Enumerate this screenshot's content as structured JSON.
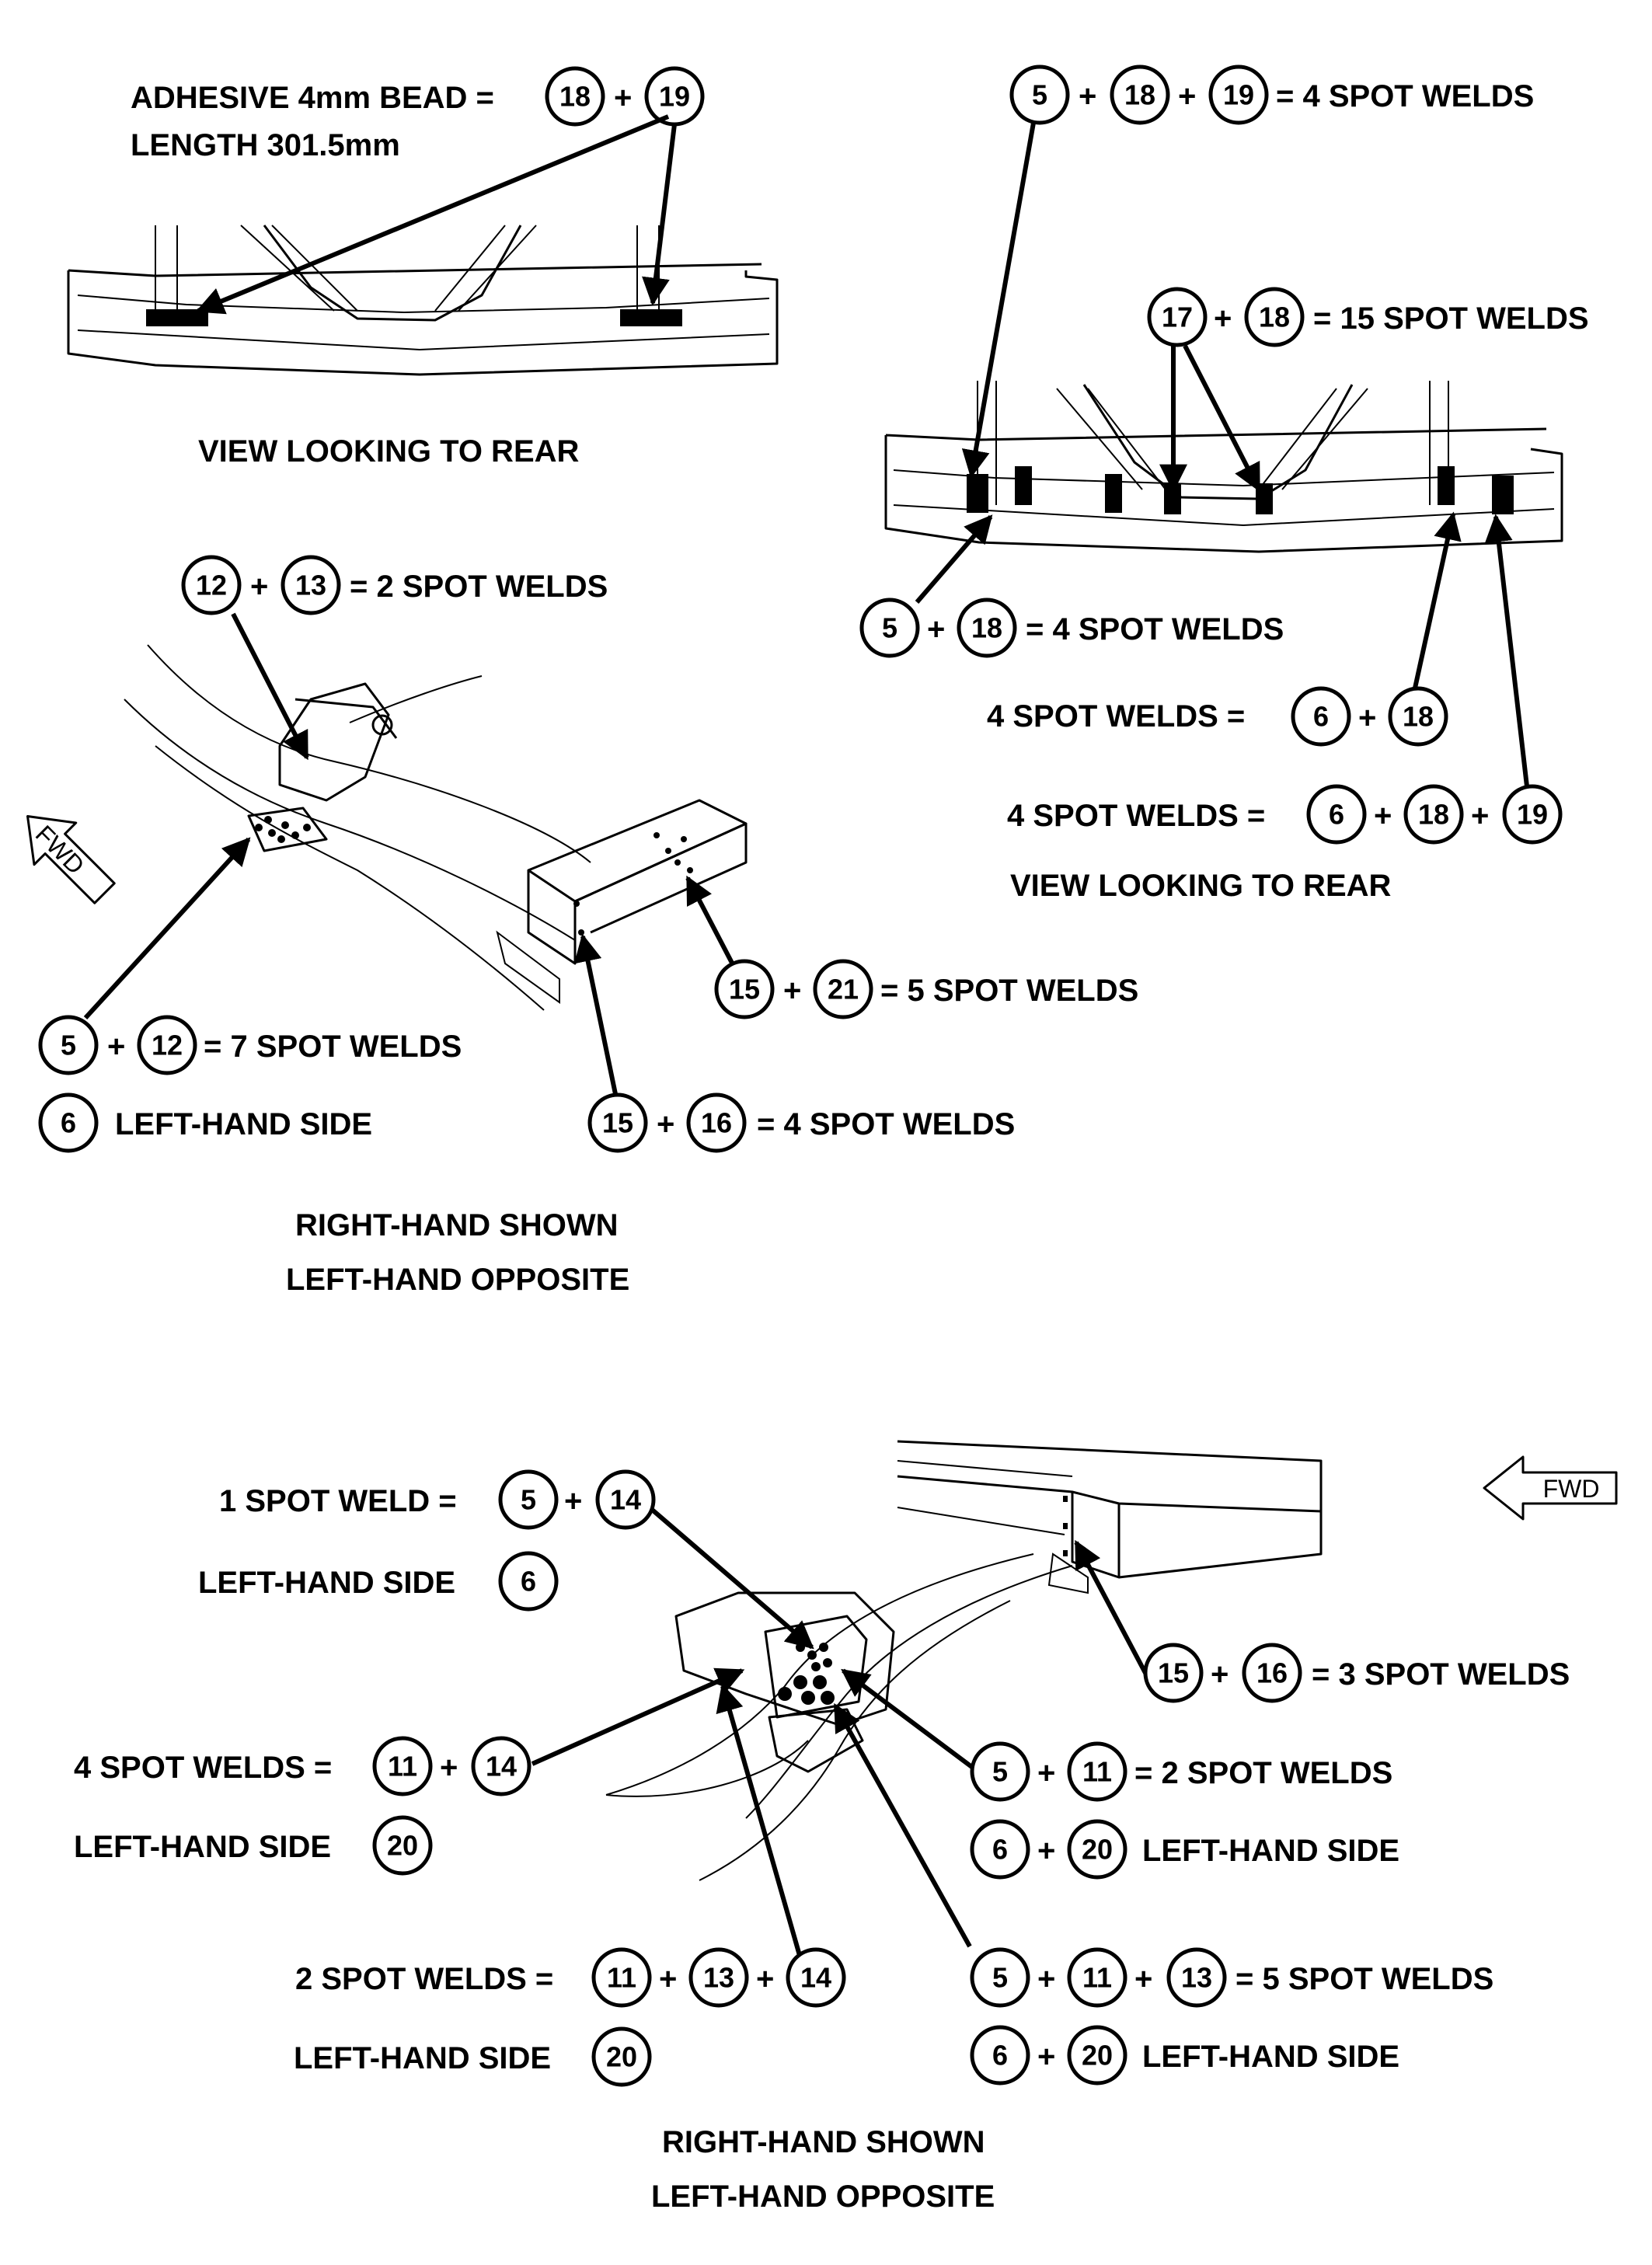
{
  "part_numbers": [
    "5",
    "6",
    "11",
    "12",
    "13",
    "14",
    "15",
    "16",
    "17",
    "18",
    "19",
    "20",
    "21"
  ],
  "fwd_label": "FWD",
  "plus": "+",
  "eq": "=",
  "top_left": {
    "line1": "ADHESIVE 4mm BEAD =",
    "line2": "LENGTH 301.5mm",
    "refs": [
      "18",
      "19"
    ],
    "view": "VIEW LOOKING TO REAR"
  },
  "top_right": {
    "c1": {
      "refs": [
        "5",
        "18",
        "19"
      ],
      "text": "= 4 SPOT WELDS"
    },
    "c2": {
      "refs": [
        "17",
        "18"
      ],
      "text": "= 15 SPOT WELDS"
    },
    "c3": {
      "refs": [
        "5",
        "18"
      ],
      "text": "= 4 SPOT WELDS"
    },
    "c4": {
      "text": "4 SPOT WELDS =",
      "refs": [
        "6",
        "18"
      ]
    },
    "c5": {
      "text": "4 SPOT WELDS =",
      "refs": [
        "6",
        "18",
        "19"
      ]
    },
    "view": "VIEW LOOKING TO REAR"
  },
  "middle_left": {
    "c1": {
      "refs": [
        "12",
        "13"
      ],
      "text": "= 2 SPOT WELDS"
    },
    "c2": {
      "refs": [
        "5",
        "12"
      ],
      "text": "= 7 SPOT WELDS"
    },
    "c3": {
      "ref": "6",
      "text": "LEFT-HAND SIDE"
    },
    "c4": {
      "refs": [
        "15",
        "21"
      ],
      "text": "= 5 SPOT WELDS"
    },
    "c5": {
      "refs": [
        "15",
        "16"
      ],
      "text": "= 4 SPOT WELDS"
    },
    "note1": "RIGHT-HAND SHOWN",
    "note2": "LEFT-HAND OPPOSITE"
  },
  "bottom": {
    "c1": {
      "text": "1 SPOT WELD =",
      "refs": [
        "5",
        "14"
      ]
    },
    "c1b": {
      "text": "LEFT-HAND SIDE",
      "ref": "6"
    },
    "c2": {
      "text": "4 SPOT WELDS =",
      "refs": [
        "11",
        "14"
      ]
    },
    "c2b": {
      "text": "LEFT-HAND SIDE",
      "ref": "20"
    },
    "c3": {
      "text": "2 SPOT WELDS =",
      "refs": [
        "11",
        "13",
        "14"
      ]
    },
    "c3b": {
      "text": "LEFT-HAND SIDE",
      "ref": "20"
    },
    "c4": {
      "refs": [
        "15",
        "16"
      ],
      "text": "= 3 SPOT WELDS"
    },
    "c5": {
      "refs": [
        "5",
        "11"
      ],
      "text": "= 2 SPOT WELDS"
    },
    "c5b": {
      "refs": [
        "6",
        "20"
      ],
      "text": "LEFT-HAND SIDE"
    },
    "c6": {
      "refs": [
        "5",
        "11",
        "13"
      ],
      "text": "= 5 SPOT WELDS"
    },
    "c6b": {
      "refs": [
        "6",
        "20"
      ],
      "text": "LEFT-HAND SIDE"
    },
    "note1": "RIGHT-HAND SHOWN",
    "note2": "LEFT-HAND OPPOSITE"
  }
}
